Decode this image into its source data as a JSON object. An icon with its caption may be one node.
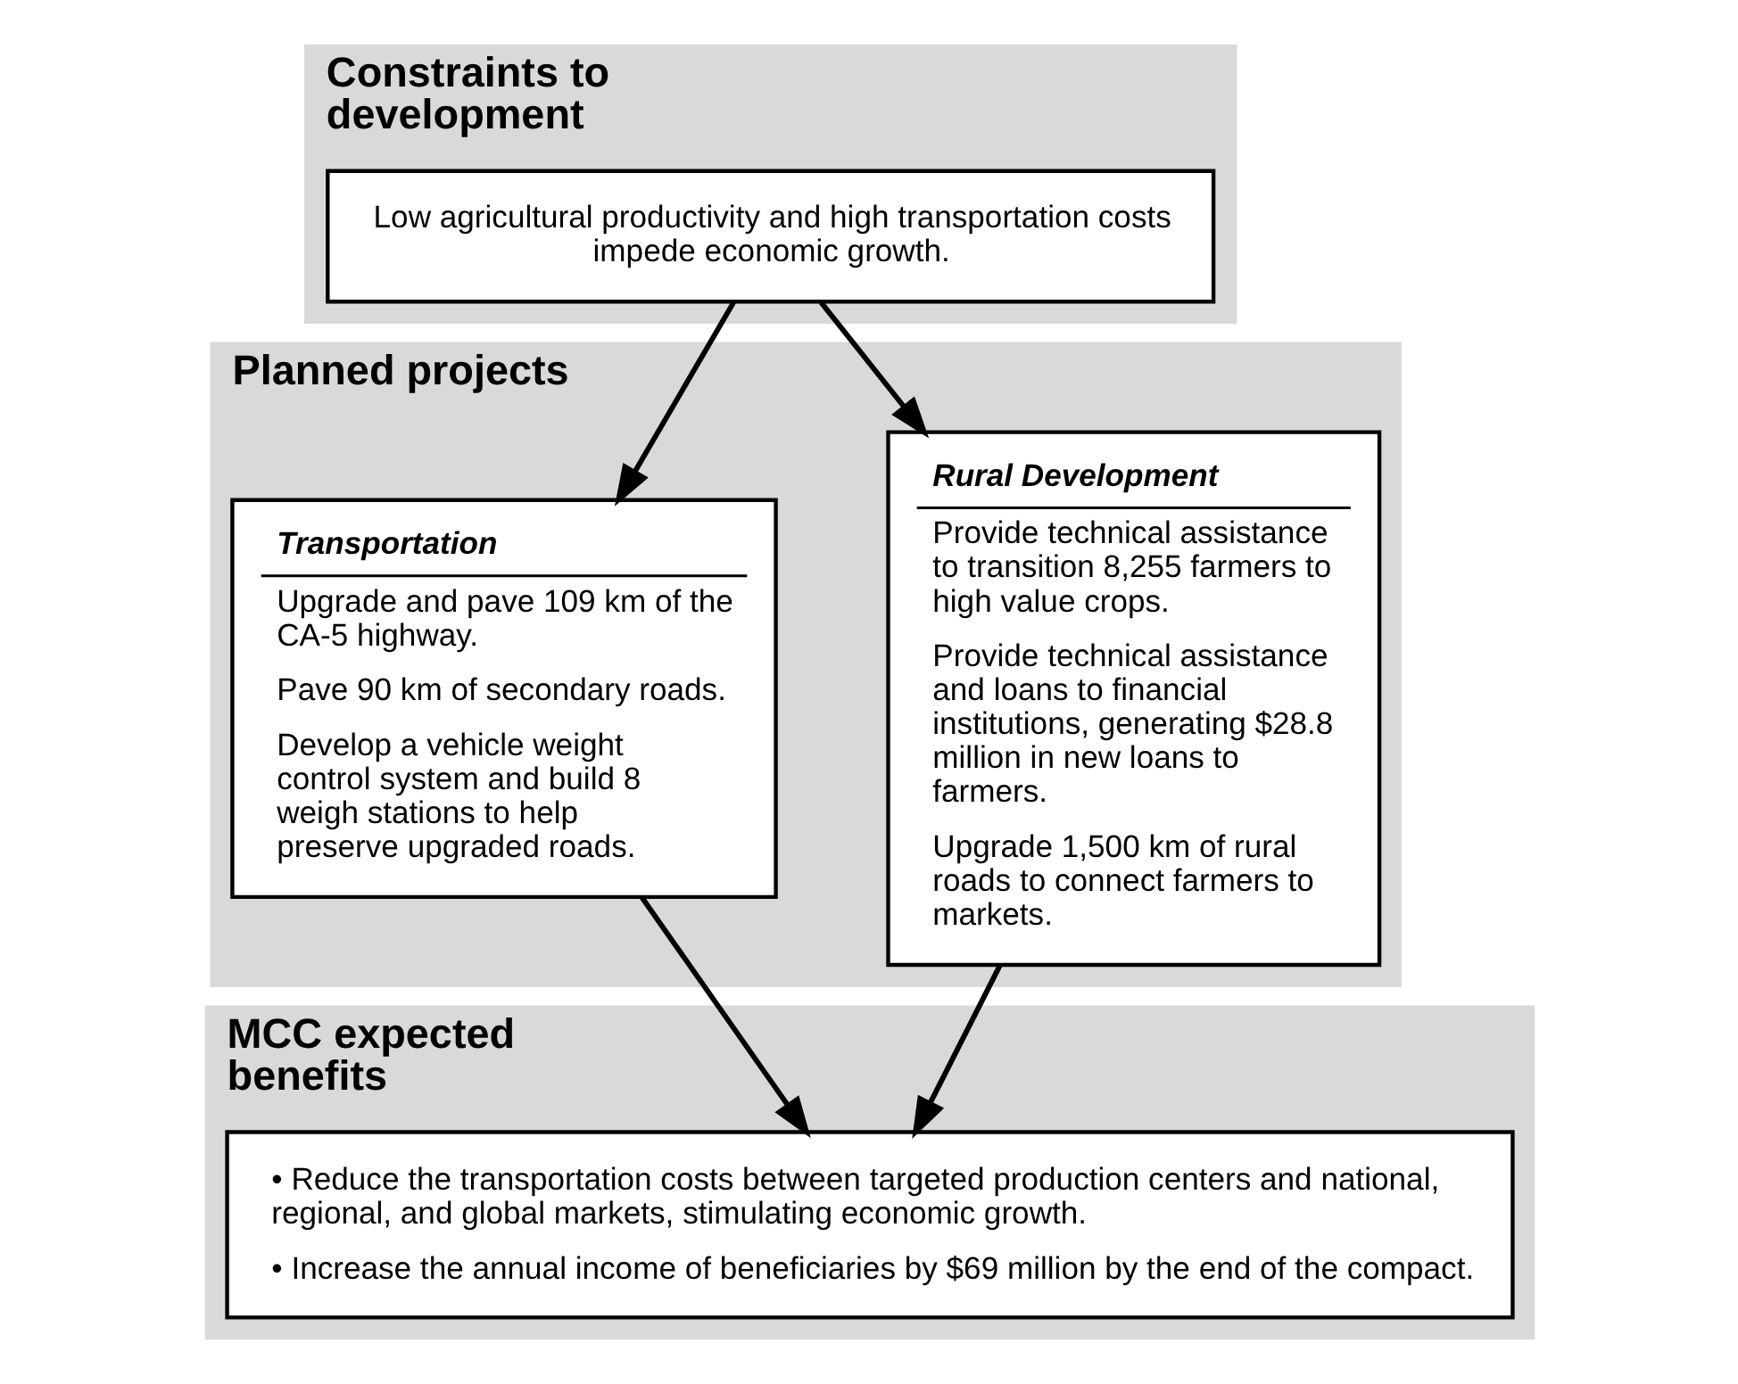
{
  "diagram": {
    "nodes": [
      {
        "text": [
          "Constraints to development"
        ]
      },
      {
        "text": [
          "Low agricultural productivity and high transportation costs impede economic growth."
        ],
        "in": 0
      },
      {
        "text": [
          "Planned projects"
        ]
      },
      {
        "text": [
          "Rural Development",
          "Provide technical assistance to transition 8,255 farmers to high value crops.",
          "Provide technical assistance and loans to financial institutions, generating $28.8 million in new loans to farmers.",
          "Upgrade 1,500 km of rural roads to connect farmers to markets."
        ],
        "in": 2
      },
      {
        "text": [
          "Transportation",
          "Upgrade and pave 109 km of the CA-5 highway.",
          "Pave 90 km of secondary roads.",
          "Develop a vehicle weight control system and build 8 weigh stations to help preserve upgraded roads."
        ],
        "in": 2
      },
      {
        "text": [
          "MCC expected benefits"
        ]
      },
      {
        "text": [
          "• Reduce the transportation costs between targeted production centers and national, regional, and global markets, stimulating economic growth.",
          "• Increase the annual income of beneficiaries by $69 million by the end of the compact."
        ],
        "in": 5
      }
    ],
    "edges": [
      {
        "from": 1,
        "to": 3,
        "arrow": "to"
      },
      {
        "from": 1,
        "to": 4,
        "arrow": "to"
      },
      {
        "from": 3,
        "to": 6,
        "arrow": "to"
      },
      {
        "from": 4,
        "to": 6,
        "arrow": "to"
      }
    ]
  }
}
